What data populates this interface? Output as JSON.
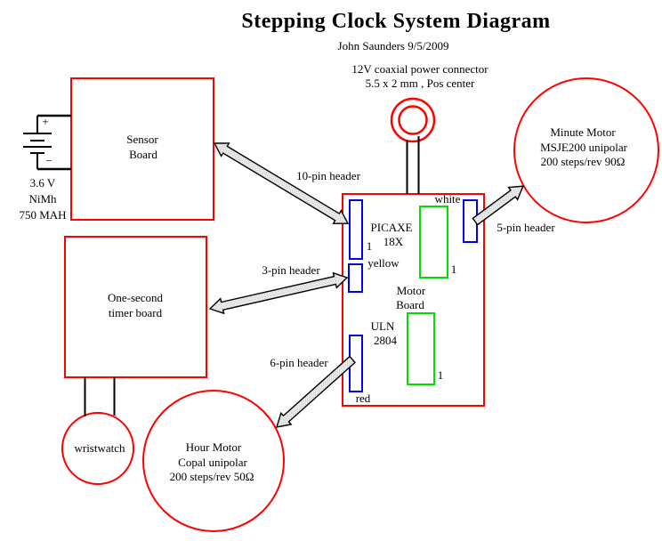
{
  "title": "Stepping Clock System Diagram",
  "subtitle": "John Saunders 9/5/2009",
  "power_connector": {
    "line1": "12V coaxial power connector",
    "line2": "5.5 x 2 mm , Pos center"
  },
  "battery": {
    "plus": "+",
    "minus": "−",
    "line1": "3.6 V",
    "line2": "NiMh",
    "line3": "750 MAH"
  },
  "sensor_board": {
    "line1": "Sensor",
    "line2": "Board"
  },
  "timer_board": {
    "line1": "One-second",
    "line2": "timer board"
  },
  "wristwatch": {
    "label": "wristwatch"
  },
  "hour_motor": {
    "line1": "Hour Motor",
    "line2": "Copal unipolar",
    "line3": "200 steps/rev 50Ω"
  },
  "minute_motor": {
    "line1": "Minute Motor",
    "line2": "MSJE200 unipolar",
    "line3": "200 steps/rev 90Ω"
  },
  "motor_board": {
    "picaxe_line1": "PICAXE",
    "picaxe_line2": "18X",
    "uln_line1": "ULN",
    "uln_line2": "2804",
    "name_line1": "Motor",
    "name_line2": "Board",
    "wire_white": "white",
    "wire_yellow": "yellow",
    "wire_red": "red",
    "pin1_picaxe": "1",
    "pin1_top_chip": "1",
    "pin1_bottom_chip": "1"
  },
  "connectors": {
    "header10": "10-pin header",
    "header3": "3-pin header",
    "header6": "6-pin header",
    "header5": "5-pin header"
  },
  "colors": {
    "red": "#ff0000",
    "blue": "#0000ee",
    "green": "#00e000",
    "black": "#000000"
  }
}
